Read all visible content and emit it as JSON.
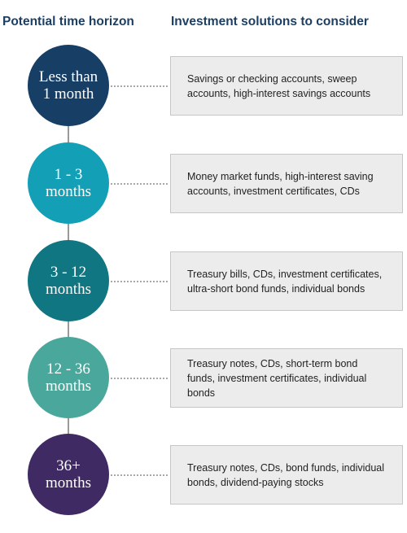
{
  "headers": {
    "left": "Potential time horizon",
    "right": "Investment solutions to consider"
  },
  "rows": [
    {
      "horizon": "Less than\n1 month",
      "solutions": "Savings or checking accounts, sweep accounts, high-interest savings accounts",
      "color": "#173f66"
    },
    {
      "horizon": "1 - 3\nmonths",
      "solutions": "Money market funds, high-interest saving accounts, investment certificates, CDs",
      "color": "#13a0b7"
    },
    {
      "horizon": "3 - 12\nmonths",
      "solutions": "Treasury bills, CDs, investment certificates, ultra-short bond funds, individual bonds",
      "color": "#0f7682"
    },
    {
      "horizon": "12 - 36\nmonths",
      "solutions": "Treasury notes, CDs, short-term bond funds, investment certificates, individual bonds",
      "color": "#4aa79c"
    },
    {
      "horizon": "36+\nmonths",
      "solutions": "Treasury notes, CDs, bond funds, individual bonds, dividend-paying stocks",
      "color": "#3f2a63"
    }
  ]
}
